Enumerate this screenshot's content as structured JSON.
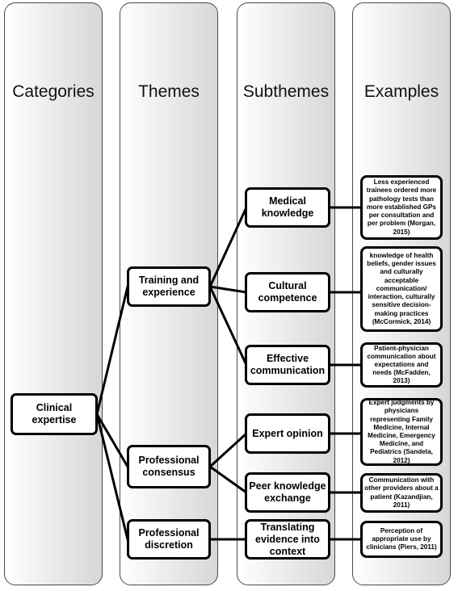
{
  "columns": {
    "categories": "Categories",
    "themes": "Themes",
    "subthemes": "Subthemes",
    "examples": "Examples"
  },
  "category": {
    "clinical_expertise": "Clinical expertise"
  },
  "themes": {
    "training": "Training and experience",
    "consensus": "Professional consensus",
    "discretion": "Professional discretion"
  },
  "subthemes": {
    "medical_knowledge": "Medical knowledge",
    "cultural_competence": "Cultural competence",
    "effective_communication": "Effective communication",
    "expert_opinion": "Expert opinion",
    "peer_knowledge": "Peer knowledge exchange",
    "translating_evidence": "Translating evidence into context"
  },
  "examples": {
    "morgan": "Less experienced trainees ordered more pathology tests than more established GPs per consultation and per problem (Morgan, 2015)",
    "mccormick": "knowledge of health beliefs, gender issues and culturally acceptable communication/ interaction, culturally sensitive decision-making practices (McCormick, 2014)",
    "mcfadden": "Patient-physician communication about expectations and needs (McFadden, 2013)",
    "sandela": "Expert judgments by physicians representing Family Medicine, Internal Medicine, Emergency Medicine, and Pediatrics (Sandela, 2012)",
    "kazandjian": "Communication with other providers about a patient (Kazandjian, 2011)",
    "piers": "Perception of appropriate use by clinicians (Piers, 2011)"
  }
}
